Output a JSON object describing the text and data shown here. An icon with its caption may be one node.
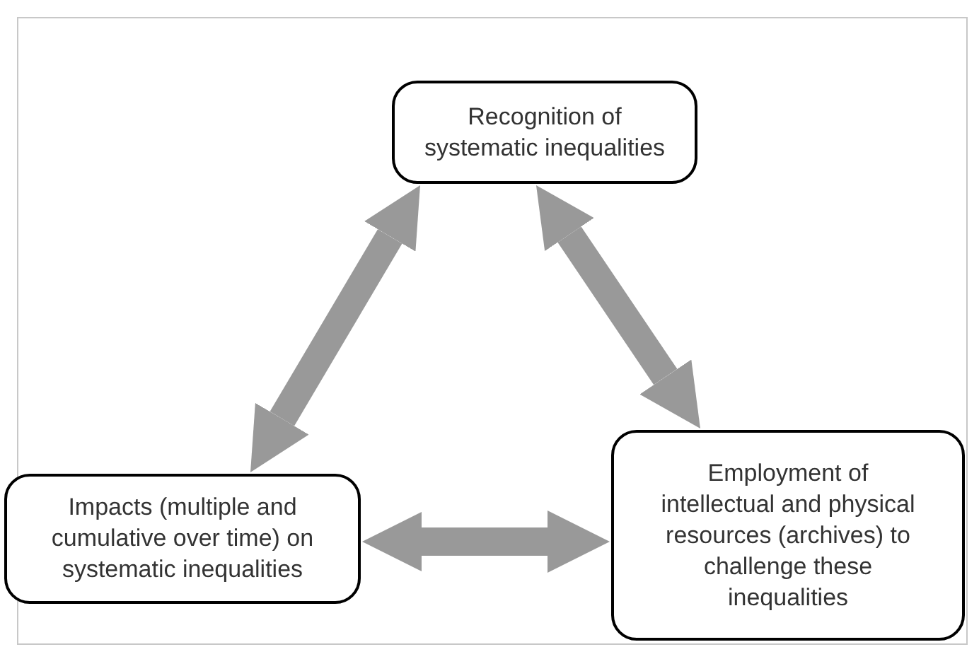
{
  "diagram": {
    "nodes": [
      {
        "text": [
          "Recognition of systematic inequalities"
        ]
      },
      {
        "text": [
          "Impacts (multiple and cumulative over time) on systematic inequalities"
        ]
      },
      {
        "text": [
          "Employment of intellectual and physical resources (archives) to challenge these inequalities"
        ]
      }
    ],
    "edges": [
      {
        "from": 0,
        "to": 1,
        "arrow": "both"
      },
      {
        "from": 0,
        "to": 2,
        "arrow": "both"
      },
      {
        "from": 1,
        "to": 2,
        "arrow": "both"
      }
    ]
  }
}
